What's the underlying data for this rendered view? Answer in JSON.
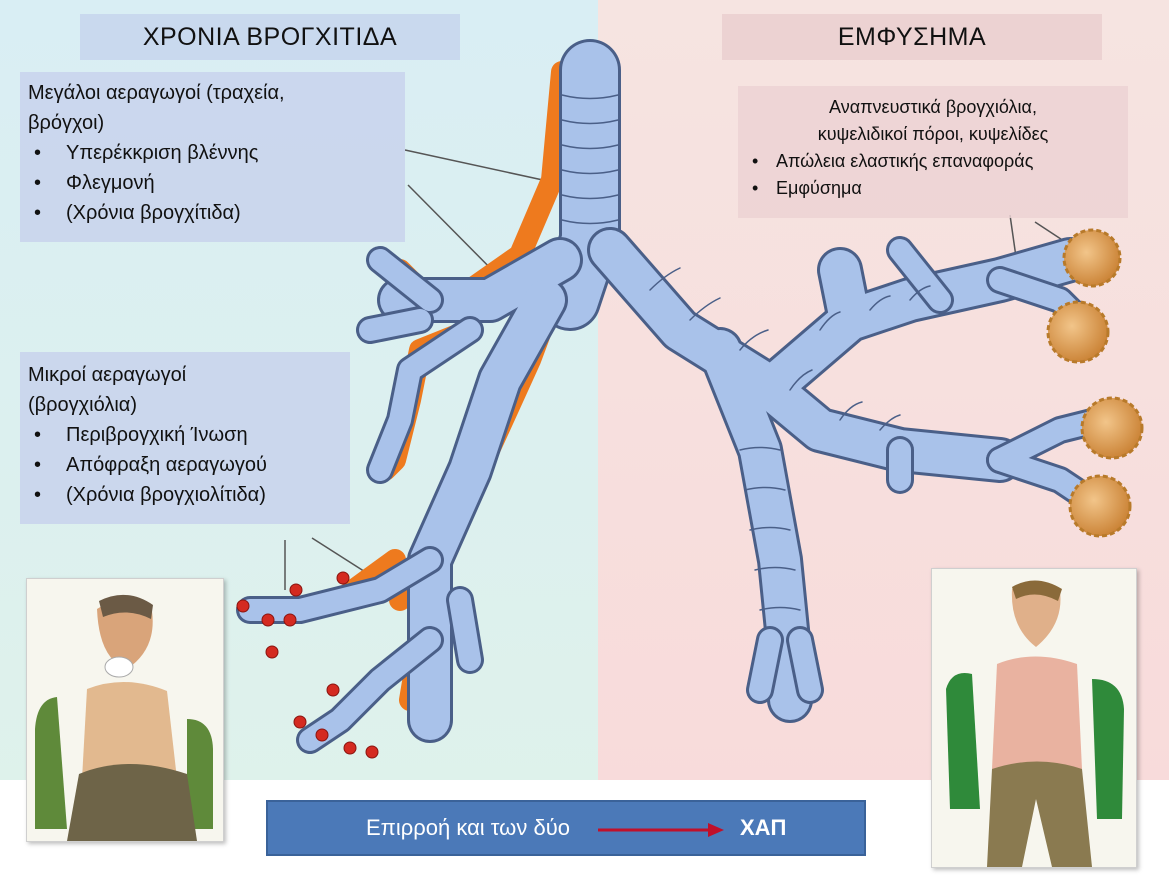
{
  "headers": {
    "left": "ΧΡΟΝΙΑ ΒΡΟΓΧΙΤΙΔΑ",
    "right": "ΕΜΦΥΣΗΜΑ"
  },
  "large_airways": {
    "title_line1": "Μεγάλοι αεραγωγοί (τραχεία,",
    "title_line2": "βρόγχοι)",
    "items": [
      "Υπερέκκριση βλέννης",
      "Φλεγμονή",
      "(Χρόνια βρογχίτιδα)"
    ]
  },
  "small_airways": {
    "title_line1": "Μικροί αεραγωγοί",
    "title_line2": "(βρογχιόλια)",
    "items": [
      "Περιβρογχική Ίνωση",
      "Απόφραξη αεραγωγού",
      "(Χρόνια βρογχιολίτιδα)"
    ]
  },
  "emphysema_box": {
    "title_line1": "Αναπνευστικά βρογχιόλια,",
    "title_line2": "κυψελιδικοί πόροι, κυψελίδες",
    "items": [
      "Απώλεια ελαστικής επαναφοράς",
      "Εμφύσημα"
    ]
  },
  "banner": {
    "text": "Επιρροή και των δύο",
    "result": "ΧΑΠ"
  },
  "colors": {
    "bronchitis_bg": "#dcefef",
    "emphysema_bg": "#f7dfdd",
    "airway": "#a9c2ea",
    "airway_outline": "#4a5f88",
    "inflamed_lining": "#ee7a1e",
    "alveoli": "#e3a35a",
    "banner": "#4b79b8",
    "arrow": "#c0102a"
  }
}
